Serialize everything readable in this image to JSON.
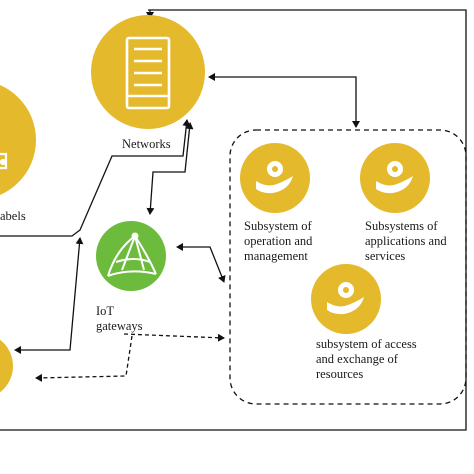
{
  "colors": {
    "gold": "#E5B92C",
    "green": "#6CBB3C",
    "line": "#111111",
    "white": "#ffffff"
  },
  "nodes": {
    "networks": {
      "label": "Networks",
      "icon": "server-rack-icon"
    },
    "labels_node": {
      "label": "abels",
      "icon": "device-icon"
    },
    "iot_gateways": {
      "label": "IoT\ngateways",
      "icon": "network-mesh-icon"
    },
    "bottom_left_node": {
      "icon": "partial-node-icon"
    }
  },
  "subsystems": [
    {
      "label": "Subsystem of\noperation and\nmanagement",
      "icon": "hand-gear-icon"
    },
    {
      "label": "Subsystems of\napplications and\nservices",
      "icon": "hand-gear-icon"
    },
    {
      "label": "subsystem of access\nand exchange of\nresources",
      "icon": "hand-gear-icon"
    }
  ]
}
